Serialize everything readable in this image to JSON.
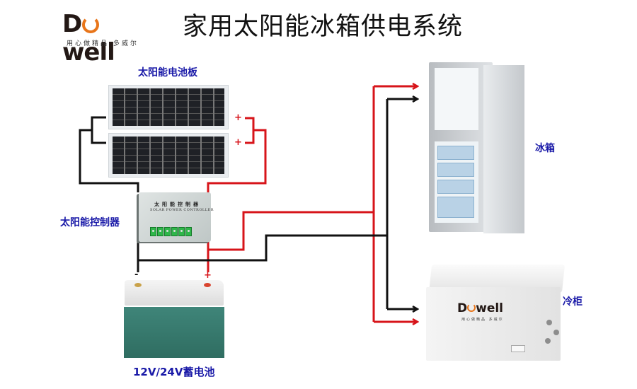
{
  "header": {
    "brand_name_pre": "D",
    "brand_name_post": "well",
    "brand_tagline": "用心做精品 多威尔",
    "title": "家用太阳能冰箱供电系统"
  },
  "components": {
    "solar_panel": {
      "label": "太阳能电池板",
      "terminal_negative": "-",
      "terminal_positive": "+"
    },
    "controller": {
      "label": "太阳能控制器",
      "face_cn": "太阳能控制器",
      "face_en": "SOLAR POWER CONTROLLER"
    },
    "battery": {
      "label": "12V/24V蓄电池",
      "terminal_negative": "-",
      "terminal_positive": "+"
    },
    "fridge": {
      "label": "冰箱"
    },
    "freezer": {
      "label": "冷柜",
      "brand_pre": "D",
      "brand_post": "well",
      "brand_tagline": "用心做精品 多威尔"
    }
  },
  "colors": {
    "positive_wire": "#d7141a",
    "negative_wire": "#111111",
    "label_text": "#1a1aa8",
    "brand_accent": "#e8751a"
  }
}
